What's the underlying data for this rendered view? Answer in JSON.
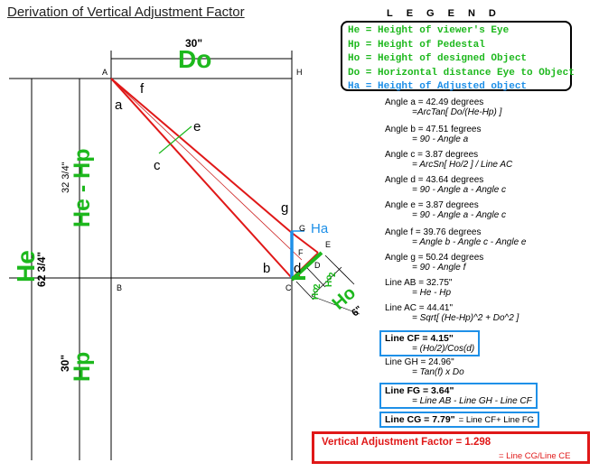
{
  "title": "Derivation of Vertical Adjustment Factor",
  "legend": {
    "title": "LEGEND",
    "items": [
      {
        "text": "He = Height of viewer's Eye",
        "color": "#1db81d"
      },
      {
        "text": "Hp = Height of Pedestal",
        "color": "#1db81d"
      },
      {
        "text": "Ho = Height of designed Object",
        "color": "#1db81d"
      },
      {
        "text": "Do = Horizontal distance Eye to Object",
        "color": "#1db81d"
      },
      {
        "text": "Ha = Height of Adjusted object",
        "color": "#1e90e8"
      }
    ]
  },
  "diagram": {
    "top_dim": "30\"",
    "do_label": "Do",
    "he_hp_label": "He - Hp",
    "he_hp_dim": "32 3/4\"",
    "he_label": "He",
    "he_dim": "62 3/4\"",
    "hp_label": "Hp",
    "hp_dim": "30\"",
    "ha_label": "Ha",
    "ho_label": "Ho",
    "ho_dim": "6\"",
    "ho_half1": "Ho",
    "ho_half1_den": "2",
    "ho_half2": "Ho",
    "ho_half2_den": "2",
    "points": {
      "A": "A",
      "H": "H",
      "B": "B",
      "C": "C",
      "G": "G",
      "F": "F",
      "E": "E",
      "D": "D"
    },
    "angles": {
      "a": "a",
      "b": "b",
      "c": "c",
      "d": "d",
      "e": "e",
      "f": "f",
      "g": "g"
    }
  },
  "calcs": [
    {
      "label": "Angle a = 42.49 degrees",
      "formula": "=ArcTan[ Do/(He-Hp) ]"
    },
    {
      "label": "Angle b = 47.51 fegrees",
      "formula": "= 90 - Angle a"
    },
    {
      "label": "Angle c =   3.87 degrees",
      "formula": "= ArcSn[ Ho/2 ] / Line AC"
    },
    {
      "label": "Angle d = 43.64 degrees",
      "formula": "= 90 - Angle a - Angle c"
    },
    {
      "label": "Angle e =   3.87 degrees",
      "formula": "= 90 - Angle a - Angle c"
    },
    {
      "label": "Angle f = 39.76 degrees",
      "formula": "= Angle b - Angle c - Angle e"
    },
    {
      "label": "Angle g = 50.24 degrees",
      "formula": "= 90 - Angle f"
    },
    {
      "label": "Line AB = 32.75\"",
      "formula": "= He - Hp"
    },
    {
      "label": "Line AC = 44.41\"",
      "formula": "= Sqrt[ (He-Hp)^2 + Do^2 ]"
    },
    {
      "label": "Line CF =    4.15\"",
      "formula": "= (Ho/2)/Cos(d)"
    },
    {
      "label": "Line GH = 24.96\"",
      "formula": "= Tan(f) x Do"
    },
    {
      "label": "Line FG =    3.64\"",
      "formula": "= Line AB - Line GH - Line CF"
    },
    {
      "label": "Line CG = 7.79\"",
      "formula": "= Line CF+ Line FG"
    }
  ],
  "result": {
    "label": "Vertical Adjustment Factor = 1.298",
    "formula": "= Line CG/Line CE"
  }
}
